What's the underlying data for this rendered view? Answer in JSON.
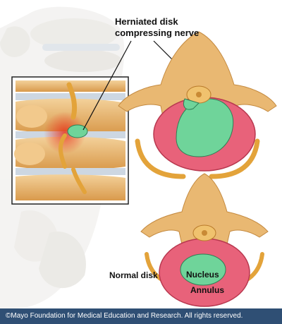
{
  "labels": {
    "herniated_line1": "Herniated disk",
    "herniated_line2": "compressing nerve",
    "normal_disk": "Normal disk",
    "nucleus": "Nucleus",
    "annulus": "Annulus"
  },
  "copyright": "©Mayo Foundation for Medical Education and Research.  All rights reserved.",
  "colors": {
    "bone": "#e9b872",
    "annulus": "#e8627a",
    "nucleus": "#6fd49a",
    "nerve": "#e3a33a",
    "footer_bar": "#2f4f74"
  }
}
